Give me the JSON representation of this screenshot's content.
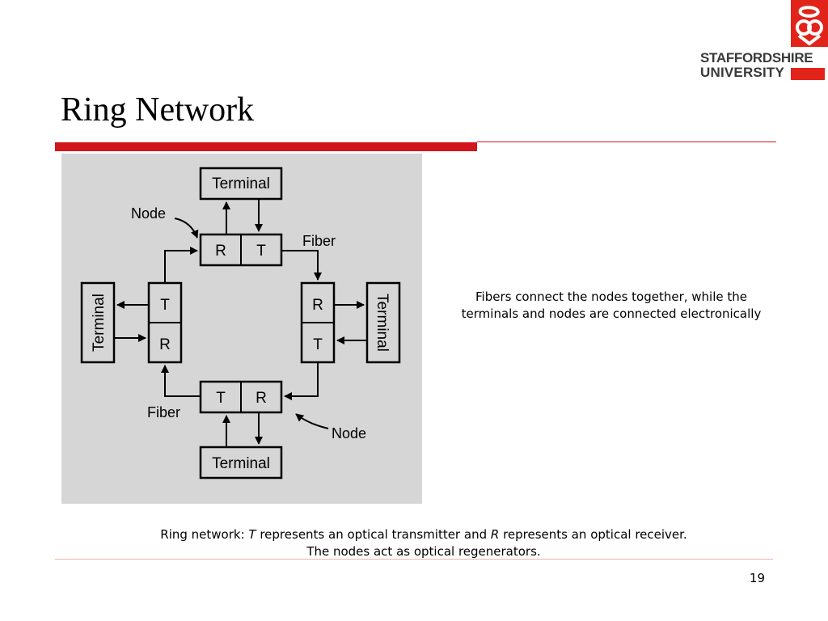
{
  "slide": {
    "title": "Ring Network",
    "page_number": "19",
    "side_note": {
      "line1": "Fibers connect the nodes together, while the",
      "line2": "terminals and nodes are connected electronically"
    },
    "caption": {
      "prefix": "Ring network: ",
      "t_letter": "T",
      "middle": " represents an optical transmitter and ",
      "r_letter": "R",
      "suffix": " represents an optical receiver.",
      "line2": "The nodes act as optical regenerators."
    }
  },
  "logo": {
    "line1": "STAFFORDSHIRE",
    "line2": "UNIVERSITY",
    "brand_color": "#e2231a"
  },
  "diagram": {
    "terminal_label": "Terminal",
    "node_label": "Node",
    "fiber_label": "Fiber",
    "transmitter_label": "T",
    "receiver_label": "R",
    "background_color": "#d6d6d6"
  }
}
